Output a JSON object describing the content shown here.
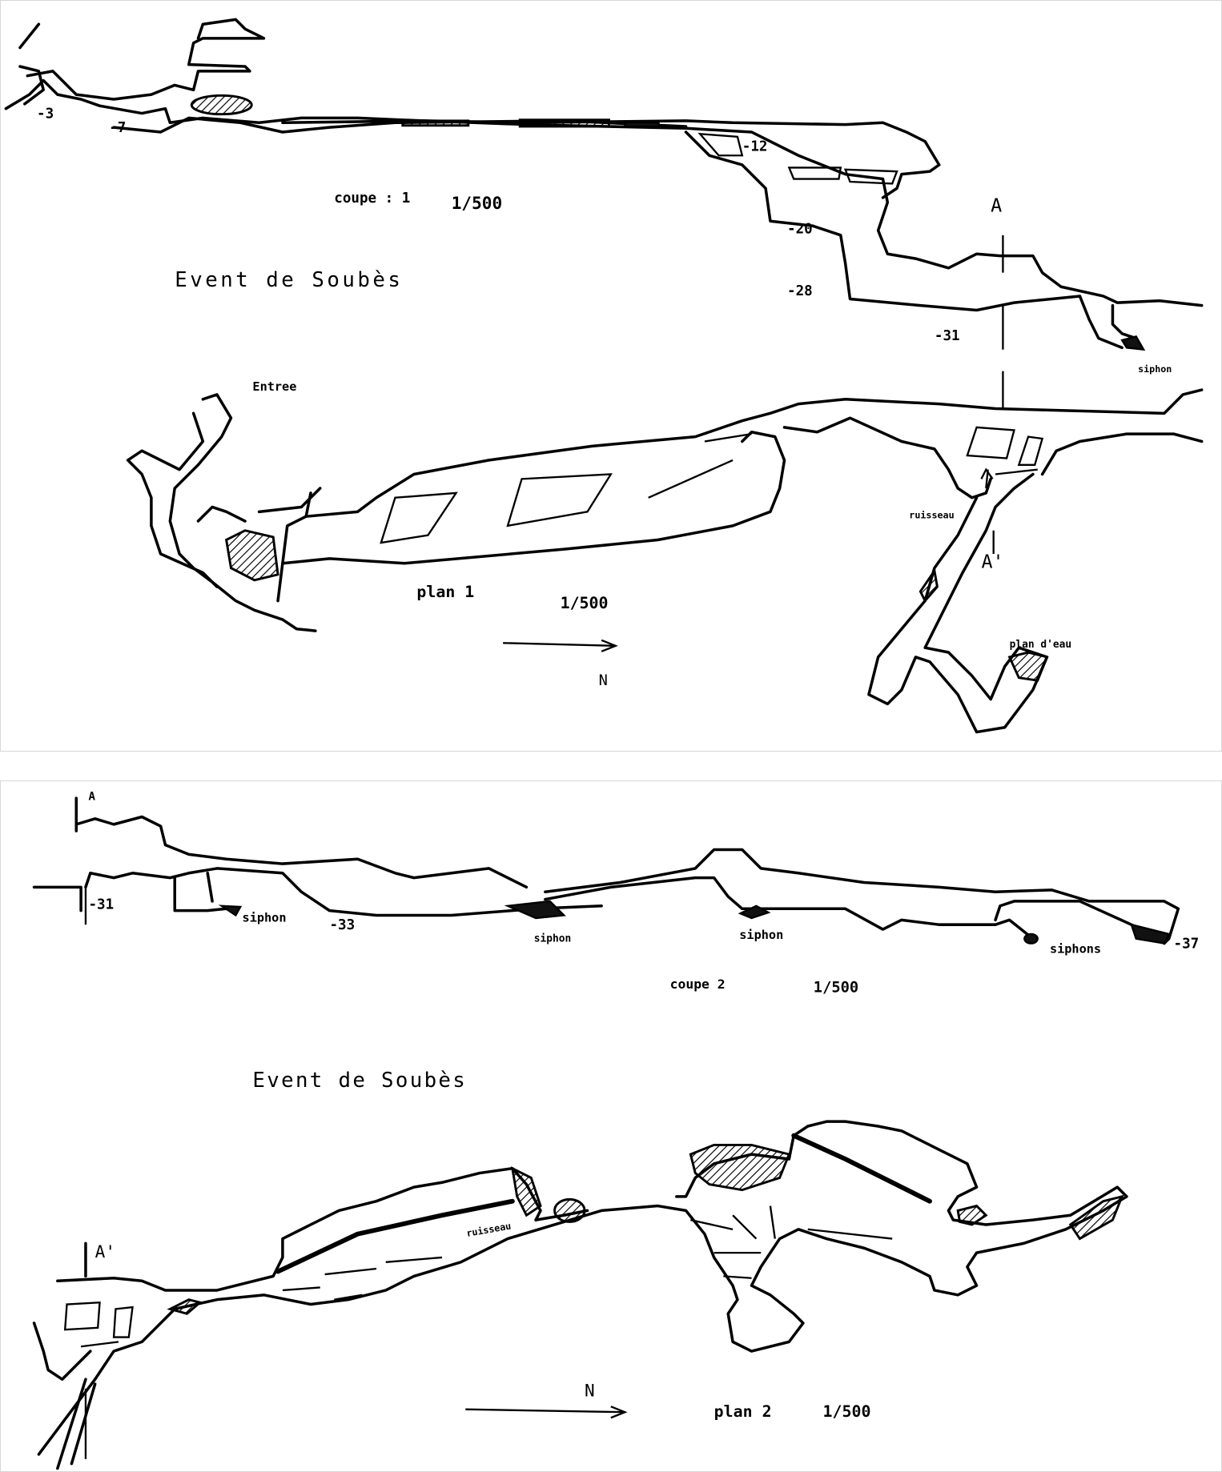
{
  "survey_1": {
    "section": {
      "title": "coupe : 1",
      "scale": "1/500",
      "depths": [
        "-3",
        "-7",
        "-12",
        "-20",
        "-28",
        "-31"
      ],
      "section_marker": "A",
      "siphon": "siphon"
    },
    "cave_name": "Event de Soubès",
    "plan": {
      "title": "plan 1",
      "scale": "1/500",
      "entrance": "Entree",
      "stream": "ruisseau",
      "section_marker": "A'",
      "pool": "plan d'eau",
      "north": "N"
    }
  },
  "survey_2": {
    "section": {
      "title": "coupe 2",
      "scale": "1/500",
      "section_marker": "A",
      "depths": [
        "-31",
        "-33",
        "-37"
      ],
      "siphons": [
        "siphon",
        "siphon",
        "siphon",
        "siphons"
      ]
    },
    "cave_name": "Event de Soubès",
    "plan": {
      "title": "plan 2",
      "scale": "1/500",
      "stream": "ruisseau",
      "section_marker": "A'",
      "north": "N"
    }
  }
}
